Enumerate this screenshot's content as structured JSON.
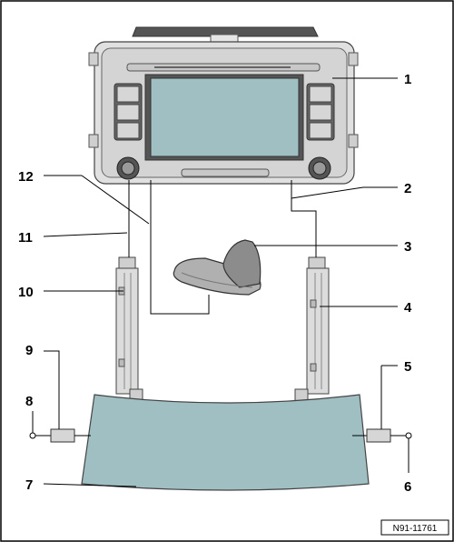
{
  "figure": {
    "reference_code": "N91-11761",
    "callouts": [
      "1",
      "2",
      "3",
      "4",
      "5",
      "6",
      "7",
      "8",
      "9",
      "10",
      "11",
      "12"
    ]
  },
  "colors": {
    "screen": "#9fbfc3",
    "windscreen": "#9fbfc3",
    "unit_body": "#d8d8d8",
    "unit_dark": "#555555",
    "amplifier": "#dadada",
    "antenna": "#a8a8a8",
    "line": "#000000"
  }
}
